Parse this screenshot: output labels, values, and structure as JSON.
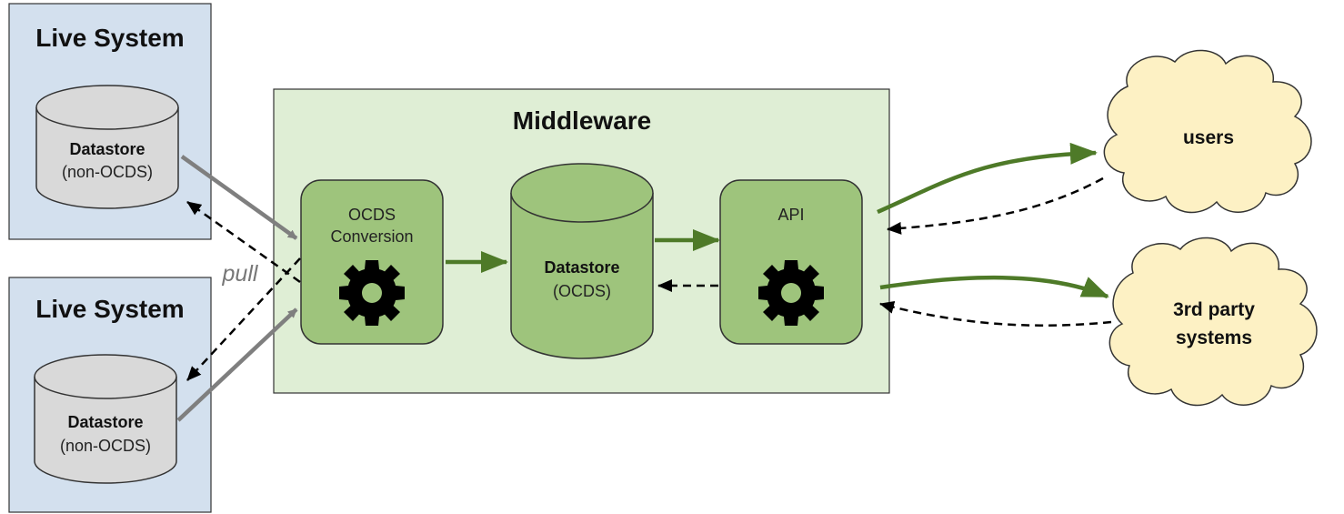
{
  "live_systems": [
    {
      "title": "Live System",
      "datastore": {
        "title": "Datastore",
        "subtitle": "(non-OCDS)"
      }
    },
    {
      "title": "Live System",
      "datastore": {
        "title": "Datastore",
        "subtitle": "(non-OCDS)"
      }
    }
  ],
  "pull_label": "pull",
  "middleware": {
    "title": "Middleware",
    "conversion": {
      "line1": "OCDS",
      "line2": "Conversion",
      "icon": "gear-icon"
    },
    "datastore": {
      "title": "Datastore",
      "subtitle": "(OCDS)"
    },
    "api": {
      "label": "API",
      "icon": "gear-icon"
    }
  },
  "clouds": [
    {
      "line1": "users"
    },
    {
      "line1": "3rd party",
      "line2": "systems"
    }
  ],
  "colors": {
    "live_bg": "#d3e0ee",
    "middleware_bg": "#dfeed5",
    "component_bg": "#9ec47c",
    "datastore_grey": "#d9d9d9",
    "cloud_bg": "#fdf1c4",
    "push_arrow": "#4e7a28",
    "pull_arrow": "#808080"
  }
}
